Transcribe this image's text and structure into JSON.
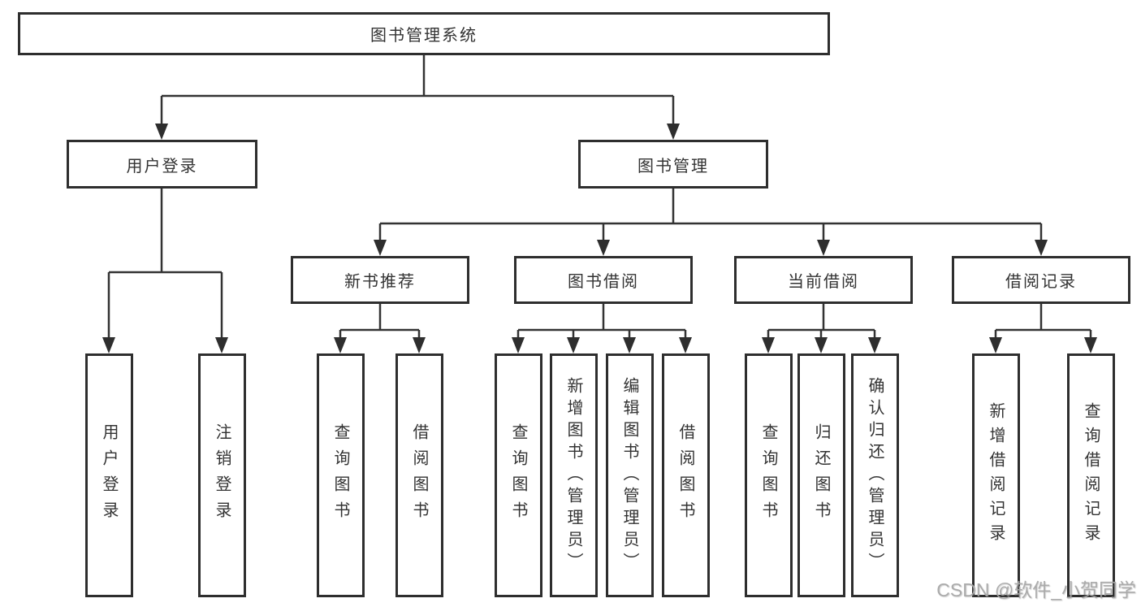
{
  "diagram": {
    "root": {
      "label": "图书管理系统"
    },
    "nodes": [
      {
        "label": "用户登录",
        "children": [
          {
            "label": "用户登录"
          },
          {
            "label": "注销登录"
          }
        ]
      },
      {
        "label": "图书管理",
        "children": [
          {
            "label": "新书推荐",
            "children": [
              {
                "label": "查询图书"
              },
              {
                "label": "借阅图书"
              }
            ]
          },
          {
            "label": "图书借阅",
            "children": [
              {
                "label": "查询图书"
              },
              {
                "label": "新增图书（管理员）"
              },
              {
                "label": "编辑图书（管理员）"
              },
              {
                "label": "借阅图书"
              }
            ]
          },
          {
            "label": "当前借阅",
            "children": [
              {
                "label": "查询图书"
              },
              {
                "label": "归还图书"
              },
              {
                "label": "确认归还（管理员）"
              }
            ]
          },
          {
            "label": "借阅记录",
            "children": [
              {
                "label": "新增借阅记录"
              },
              {
                "label": "查询借阅记录"
              }
            ]
          }
        ]
      }
    ]
  },
  "watermark": {
    "text": "CSDN @软件_小贺同学"
  },
  "colors": {
    "line": "#333333",
    "box_border": "#2e2e2e",
    "text": "#333333",
    "watermark": "#a8a8a8",
    "background": "#ffffff"
  }
}
